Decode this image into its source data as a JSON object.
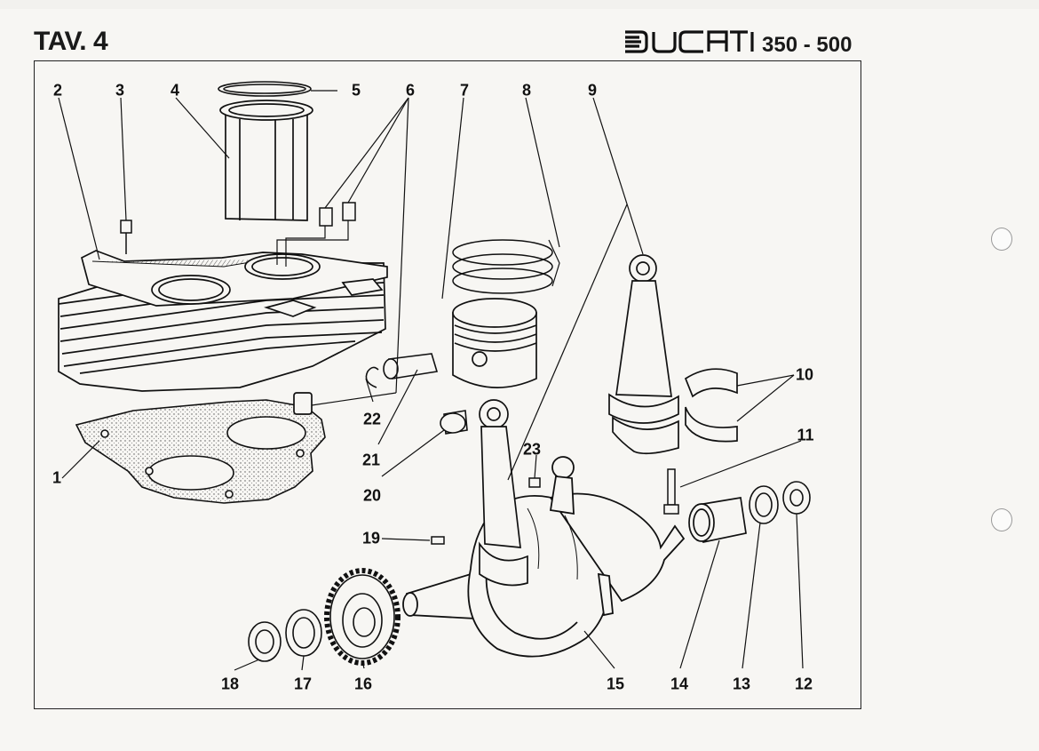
{
  "header": {
    "plate_title": "TAV. 4",
    "brand": "DUCATI",
    "model_range": "350-500"
  },
  "callouts": {
    "n1": "1",
    "n2": "2",
    "n3": "3",
    "n4": "4",
    "n5": "5",
    "n6": "6",
    "n7": "7",
    "n8": "8",
    "n9": "9",
    "n10": "10",
    "n11": "11",
    "n12": "12",
    "n13": "13",
    "n14": "14",
    "n15": "15",
    "n16": "16",
    "n17": "17",
    "n18": "18",
    "n19": "19",
    "n20": "20",
    "n21": "21",
    "n22": "22",
    "n23": "23"
  },
  "parts": [
    {
      "number": "1",
      "part": "cylinder-base-gasket"
    },
    {
      "number": "2",
      "part": "cylinder-block"
    },
    {
      "number": "3",
      "part": "stud"
    },
    {
      "number": "4",
      "part": "cylinder-liner"
    },
    {
      "number": "5",
      "part": "liner-ring"
    },
    {
      "number": "6",
      "part": "dowels"
    },
    {
      "number": "7",
      "part": "piston"
    },
    {
      "number": "8",
      "part": "piston-rings"
    },
    {
      "number": "9",
      "part": "connecting-rod"
    },
    {
      "number": "10",
      "part": "big-end-bearing-shells"
    },
    {
      "number": "11",
      "part": "bolt"
    },
    {
      "number": "12",
      "part": "nut"
    },
    {
      "number": "13",
      "part": "washer"
    },
    {
      "number": "14",
      "part": "bushing"
    },
    {
      "number": "15",
      "part": "crankshaft"
    },
    {
      "number": "16",
      "part": "timing-gear"
    },
    {
      "number": "17",
      "part": "washer"
    },
    {
      "number": "18",
      "part": "nut"
    },
    {
      "number": "19",
      "part": "key"
    },
    {
      "number": "20",
      "part": "small-end-bush"
    },
    {
      "number": "21",
      "part": "piston-pin"
    },
    {
      "number": "22",
      "part": "circlip"
    },
    {
      "number": "23",
      "part": "plug"
    }
  ]
}
